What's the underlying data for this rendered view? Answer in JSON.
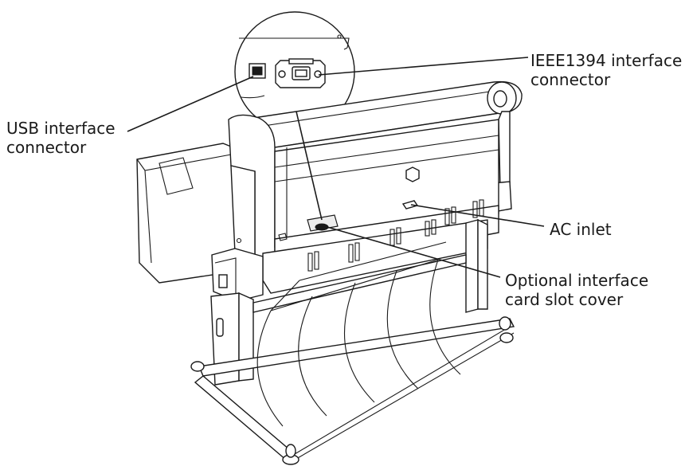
{
  "callouts": {
    "usb": {
      "line1": "USB interface",
      "line2": "connector"
    },
    "ieee": {
      "line1": "IEEE1394 interface",
      "line2": "connector"
    },
    "ac": {
      "line1": "AC inlet"
    },
    "optional": {
      "line1": "Optional interface",
      "line2": "card slot cover"
    }
  },
  "icons": {
    "printer": "printer-illustration",
    "magnifier": "magnified-connector-panel"
  },
  "colors": {
    "line": "#1a1a1a",
    "background": "#ffffff"
  }
}
